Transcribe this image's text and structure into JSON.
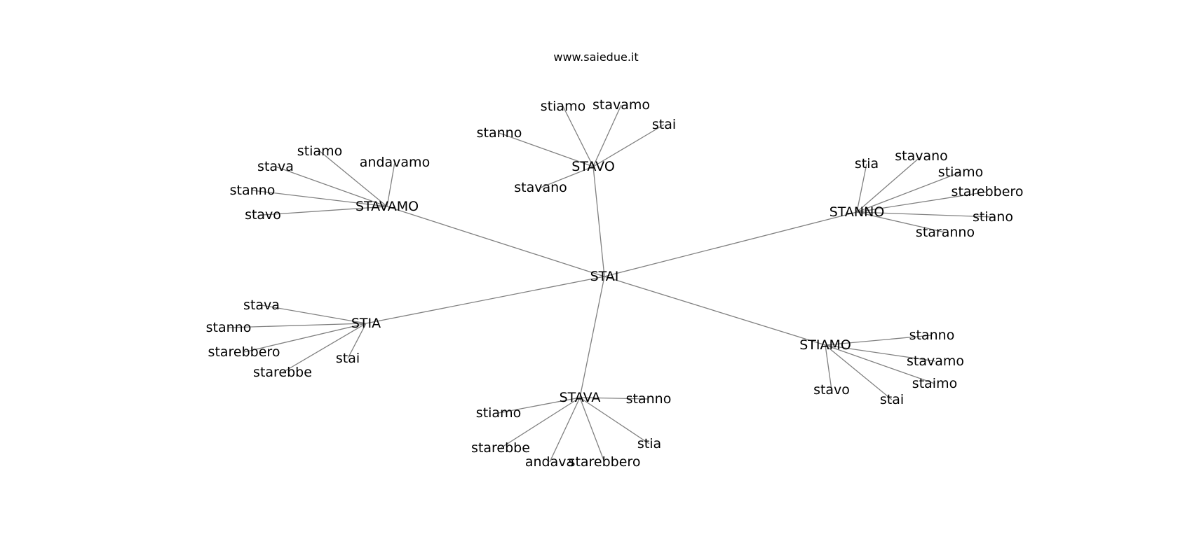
{
  "header": {
    "site": "www.saiedue.it"
  },
  "diagram": {
    "center": "STAI",
    "hubs": [
      {
        "label": "STAVO",
        "leaves": [
          "stiamo",
          "stavamo",
          "stai",
          "stanno",
          "stavano"
        ]
      },
      {
        "label": "STAVAMO",
        "leaves": [
          "stiamo",
          "andavamo",
          "stava",
          "stanno",
          "stavo"
        ]
      },
      {
        "label": "STANNO",
        "leaves": [
          "stia",
          "stavano",
          "stiamo",
          "starebbero",
          "stiano",
          "staranno"
        ]
      },
      {
        "label": "STIA",
        "leaves": [
          "stava",
          "stanno",
          "starebbero",
          "starebbe",
          "stai"
        ]
      },
      {
        "label": "STIAMO",
        "leaves": [
          "stanno",
          "stavamo",
          "staimo",
          "stavo",
          "stai"
        ]
      },
      {
        "label": "STAVA",
        "leaves": [
          "stanno",
          "stiamo",
          "starebbe",
          "andava",
          "starebbero",
          "stia"
        ]
      }
    ]
  }
}
